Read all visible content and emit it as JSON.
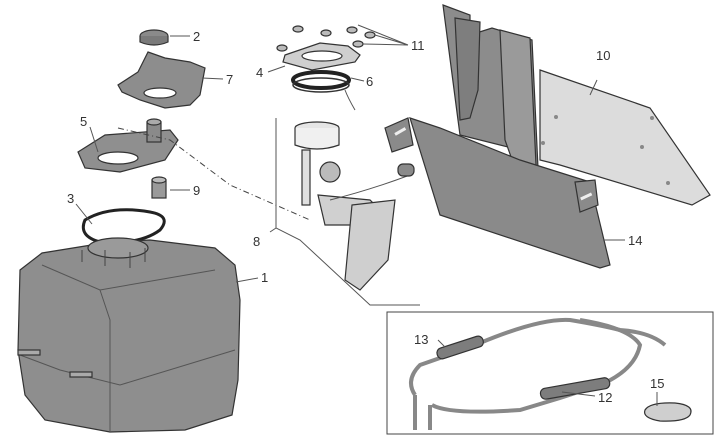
{
  "title": "Fuel tank assembly exploded view",
  "colors": {
    "part_fill": "#8f8f8f",
    "part_fill_light": "#d9d9d9",
    "part_fill_dark": "#6f6f6f",
    "line": "#333333",
    "background": "#ffffff"
  },
  "parts": [
    {
      "number": "1",
      "name": "fuel-tank"
    },
    {
      "number": "2",
      "name": "filler-cap"
    },
    {
      "number": "3",
      "name": "tank-gasket"
    },
    {
      "number": "4",
      "name": "pump-flange-plate"
    },
    {
      "number": "5",
      "name": "filler-neck-plate"
    },
    {
      "number": "6",
      "name": "pump-seal-ring"
    },
    {
      "number": "7",
      "name": "filler-splash-cover"
    },
    {
      "number": "8",
      "name": "fuel-pump-assembly"
    },
    {
      "number": "9",
      "name": "filler-neck-sleeve"
    },
    {
      "number": "10",
      "name": "heat-shield-panel"
    },
    {
      "number": "11",
      "name": "flange-nuts"
    },
    {
      "number": "12",
      "name": "fuel-hose-lower"
    },
    {
      "number": "13",
      "name": "fuel-hose-upper"
    },
    {
      "number": "14",
      "name": "tank-support-bracket"
    },
    {
      "number": "15",
      "name": "label-plate"
    }
  ]
}
